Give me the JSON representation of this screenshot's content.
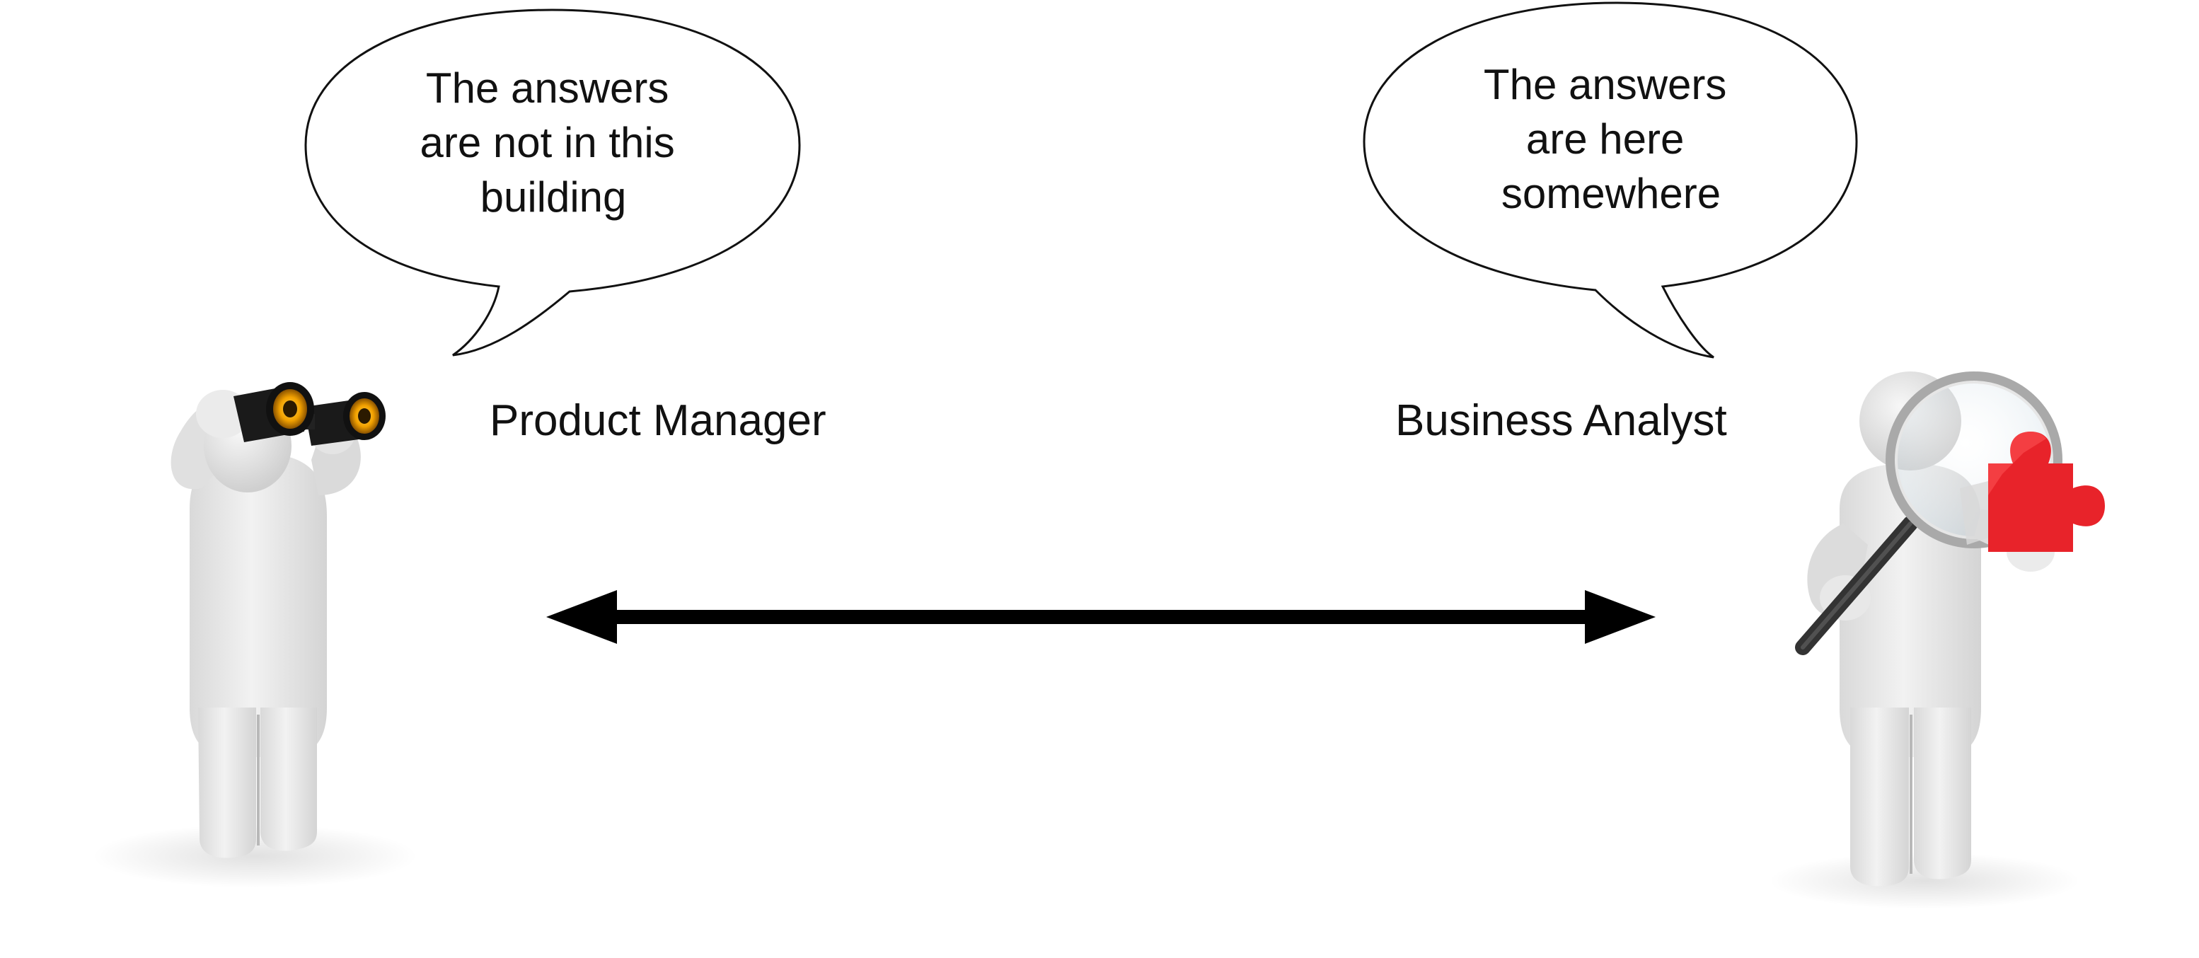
{
  "left_person": {
    "bubble_lines": [
      "The answers",
      "are not in this",
      "building"
    ],
    "role": "Product Manager"
  },
  "right_person": {
    "bubble_lines": [
      "The answers",
      "are here",
      "somewhere"
    ],
    "role": "Business Analyst"
  },
  "colors": {
    "figure": "#e6e6e6",
    "figure_shade": "#cfcfcf",
    "binocular_lens": "#f2a100",
    "binocular_body": "#1a1a1a",
    "puzzle_piece": "#e8232a",
    "magnifier_handle": "#333333",
    "arrow": "#000000"
  },
  "icons": [
    "binoculars-icon",
    "magnifying-glass-icon",
    "puzzle-piece-icon"
  ]
}
